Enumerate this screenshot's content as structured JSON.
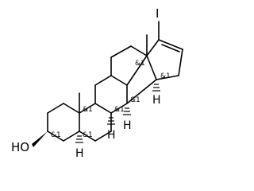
{
  "atoms": {
    "iodine": "I",
    "hydroxyl": "HO"
  },
  "hydrogens": {
    "h9": "H",
    "h8": "H",
    "h14": "H",
    "h5": "H"
  },
  "stereo": {
    "c3": "&1",
    "c5": "&1",
    "c8": "&1",
    "c9": "&1",
    "c10": "&1",
    "c13": "&1",
    "c14": "&1"
  },
  "colors": {
    "ink": "#000000",
    "background": "#ffffff"
  }
}
